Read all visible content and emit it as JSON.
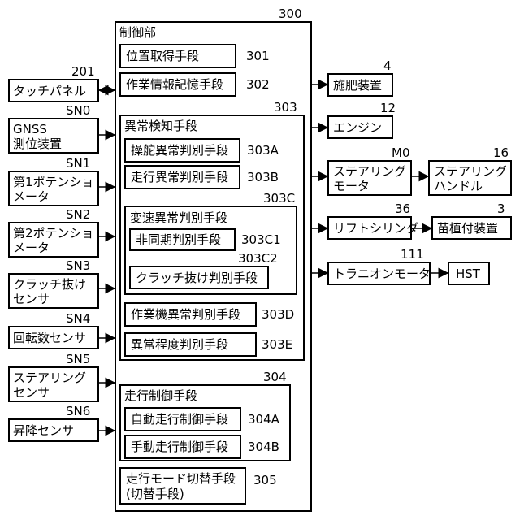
{
  "controller": {
    "ref": "300",
    "title": "制御部",
    "position_acquisition": {
      "label": "位置取得手段",
      "ref": "301"
    },
    "work_info_storage": {
      "label": "作業情報記憶手段",
      "ref": "302"
    },
    "anomaly_detection": {
      "ref": "303",
      "title": "異常検知手段",
      "steering_anomaly": {
        "label": "操舵異常判別手段",
        "ref": "303A"
      },
      "travel_anomaly": {
        "label": "走行異常判別手段",
        "ref": "303B"
      },
      "shift_anomaly": {
        "ref": "303C",
        "title": "変速異常判別手段",
        "async_judgment": {
          "label": "非同期判別手段",
          "ref": "303C1"
        },
        "clutch_judgment": {
          "label": "クラッチ抜け判別手段",
          "ref": "303C2"
        }
      },
      "implement_anomaly": {
        "label": "作業機異常判別手段",
        "ref": "303D"
      },
      "anomaly_degree": {
        "label": "異常程度判別手段",
        "ref": "303E"
      }
    },
    "travel_control": {
      "ref": "304",
      "title": "走行制御手段",
      "auto_travel": {
        "label": "自動走行制御手段",
        "ref": "304A"
      },
      "manual_travel": {
        "label": "手動走行制御手段",
        "ref": "304B"
      }
    },
    "mode_switch": {
      "line1": "走行モード切替手段",
      "line2": "(切替手段)",
      "ref": "305"
    }
  },
  "inputs": {
    "touch_panel": {
      "ref": "201",
      "label": "タッチパネル"
    },
    "gnss": {
      "ref": "SN0",
      "line1": "GNSS",
      "line2": "測位装置"
    },
    "pot1": {
      "ref": "SN1",
      "line1": "第1ポテンショ",
      "line2": "メータ"
    },
    "pot2": {
      "ref": "SN2",
      "line1": "第2ポテンショ",
      "line2": "メータ"
    },
    "clutch_sensor": {
      "ref": "SN3",
      "line1": "クラッチ抜け",
      "line2": "センサ"
    },
    "rotation_sensor": {
      "ref": "SN4",
      "label": "回転数センサ"
    },
    "steering_sensor": {
      "ref": "SN5",
      "line1": "ステアリング",
      "line2": "センサ"
    },
    "lift_sensor": {
      "ref": "SN6",
      "label": "昇降センサ"
    }
  },
  "outputs": {
    "fertilizer": {
      "ref": "4",
      "label": "施肥装置"
    },
    "engine": {
      "ref": "12",
      "label": "エンジン"
    },
    "steering_motor": {
      "ref": "M0",
      "line1": "ステアリング",
      "line2": "モータ"
    },
    "steering_handle": {
      "ref": "16",
      "line1": "ステアリング",
      "line2": "ハンドル"
    },
    "lift_cylinder": {
      "ref": "36",
      "label": "リフトシリンダ"
    },
    "planting_device": {
      "ref": "3",
      "label": "苗植付装置"
    },
    "trunnion_motor": {
      "ref": "111",
      "label": "トラニオンモータ"
    },
    "hst": {
      "label": "HST"
    }
  }
}
